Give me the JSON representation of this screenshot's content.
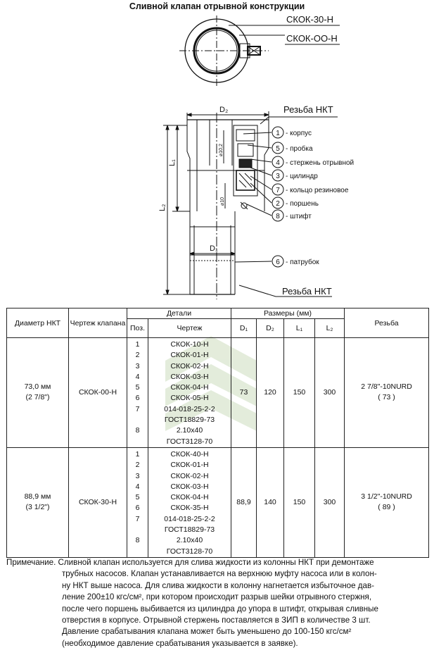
{
  "title": "Сливной клапан отрывной конструкции",
  "drawing": {
    "top_labels": [
      "СКОК-30-Н",
      "СКОК-ОО-Н"
    ],
    "thread_top": "Резьба НКТ",
    "thread_bottom": "Резьба НКТ",
    "dims": {
      "D2": "D₂",
      "D1": "D₁",
      "L1": "L₁",
      "L2": "L₂",
      "phi102": "⌀10,2",
      "phi10": "⌀10"
    },
    "callouts": [
      {
        "num": "1",
        "text": "- корпус"
      },
      {
        "num": "5",
        "text": "- пробка"
      },
      {
        "num": "4",
        "text": "- стержень отрывной"
      },
      {
        "num": "3",
        "text": "- цилиндр"
      },
      {
        "num": "7",
        "text": "- кольцо резиновое"
      },
      {
        "num": "2",
        "text": "- поршень"
      },
      {
        "num": "8",
        "text": "- штифт"
      },
      {
        "num": "6",
        "text": "- патрубок"
      }
    ]
  },
  "table": {
    "headers": {
      "diam": "Диаметр НКТ",
      "drawing": "Чертеж клапана",
      "details": "Детали",
      "pos": "Поз.",
      "cherteж": "Чертеж",
      "sizes": "Размеры (мм)",
      "d1": "D₁",
      "d2": "D₂",
      "l1": "L₁",
      "l2": "L₂",
      "thread": "Резьба"
    },
    "rows": [
      {
        "diam": [
          "73,0 мм",
          "(2 7/8\")"
        ],
        "drawing": "СКОК-00-Н",
        "positions": [
          "1",
          "2",
          "3",
          "4",
          "5",
          "6",
          "7",
          "",
          "8",
          ""
        ],
        "parts": [
          "СКОК-10-Н",
          "СКОК-01-Н",
          "СКОК-02-Н",
          "СКОК-03-Н",
          "СКОК-04-Н",
          "СКОК-05-Н",
          "014-018-25-2-2",
          "ГОСТ18829-73",
          "2.10х40",
          "ГОСТ3128-70"
        ],
        "d1": "73",
        "d2": "120",
        "l1": "150",
        "l2": "300",
        "thread": [
          "2 7/8\"-10NURD",
          "( 73 )"
        ]
      },
      {
        "diam": [
          "88,9 мм",
          "(3 1/2\")"
        ],
        "drawing": "СКОК-30-Н",
        "positions": [
          "1",
          "2",
          "3",
          "4",
          "5",
          "6",
          "7",
          "",
          "8",
          ""
        ],
        "parts": [
          "СКОК-40-Н",
          "СКОК-01-Н",
          "СКОК-02-Н",
          "СКОК-03-Н",
          "СКОК-04-Н",
          "СКОК-35-Н",
          "014-018-25-2-2",
          "ГОСТ18829-73",
          "2.10х40",
          "ГОСТ3128-70"
        ],
        "d1": "88,9",
        "d2": "140",
        "l1": "150",
        "l2": "300",
        "thread": [
          "3 1/2\"-10NURD",
          "( 89 )"
        ]
      }
    ]
  },
  "note": {
    "first": "Примечание. Сливной клапан используется для слива жидкости из колонны НКТ при демонтаже",
    "lines": [
      "трубных насосов. Клапан устанавливается на верхнюю муфту насоса или  в колон-",
      "ну НКТ выше насоса. Для слива жидкости в колонну нагнетается избыточное дав-",
      "ление 200±10 кгс/см², при котором происходит разрыв шейки отрывного стержня,",
      "после чего поршень выбивается из цилиндра до упора в штифт, открывая сливные",
      "отверстия в корпусе. Отрывной стержень поставляется в ЗИП в количестве 3 шт.",
      "Давление срабатывания клапана может быть уменьшено до 100-150 кгс/см²",
      "(необходимое давление срабатывания указывается в заявке)."
    ]
  }
}
